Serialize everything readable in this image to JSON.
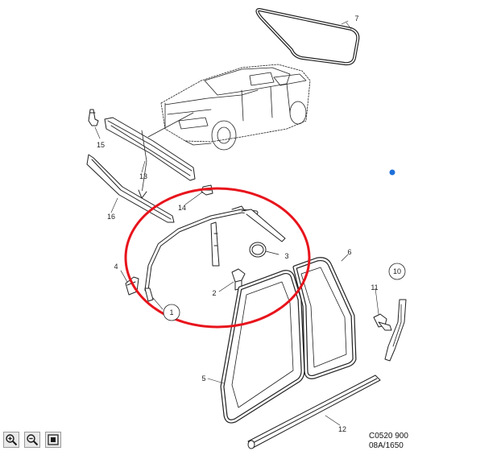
{
  "diagram": {
    "callouts": [
      "7",
      "15",
      "13",
      "16",
      "14",
      "3",
      "4",
      "2",
      "1",
      "6",
      "10",
      "11",
      "5",
      "12"
    ],
    "drawing_code": {
      "line1": "C0520 900",
      "line2": "08A/1650"
    },
    "colors": {
      "highlight": "#e8141c",
      "line": "#222222",
      "marker": "#1e6fd9"
    }
  },
  "toolbar": {
    "zoom_in_icon": "zoom-in-icon",
    "zoom_out_icon": "zoom-out-icon",
    "fit_icon": "fit-page-icon"
  }
}
